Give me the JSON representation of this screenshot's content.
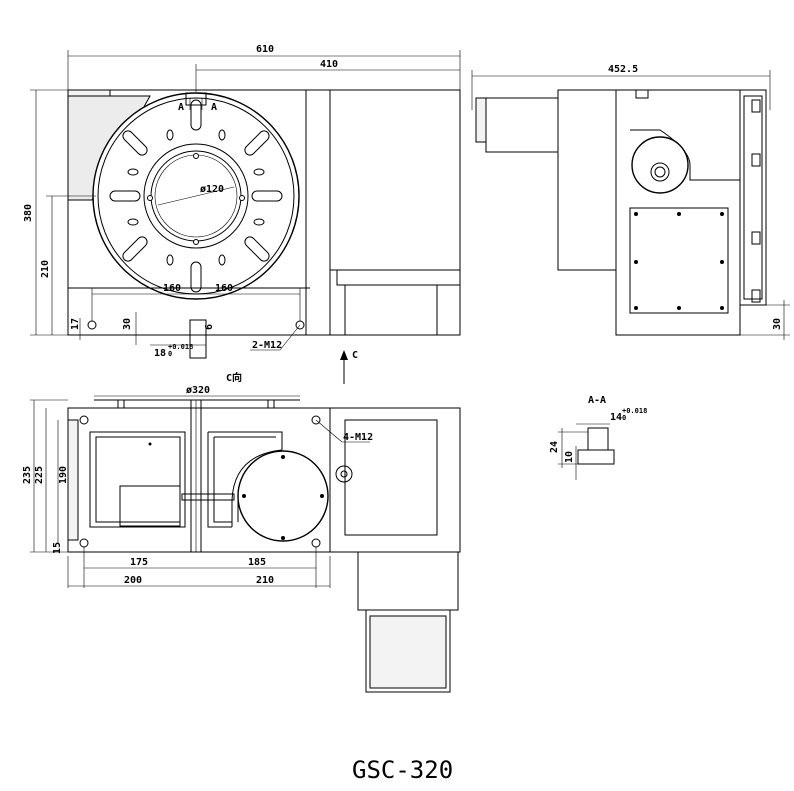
{
  "title": "GSC-320",
  "front_view": {
    "dim_total_width": "610",
    "dim_table_width": "410",
    "dim_height": "380",
    "dim_center_height": "210",
    "dim_slot_left": "160",
    "dim_slot_right": "160",
    "dim_base_17": "17",
    "dim_base_30": "30",
    "dim_key_6": "6",
    "dim_slot_width": "18",
    "dim_slot_tol": "+0.018",
    "dim_slot_tol_zero": "0",
    "bore_dia": "ø120",
    "thread_label": "2-M12",
    "section_mark_left": "A",
    "section_mark_right": "A"
  },
  "view_c": {
    "arrow_label": "C",
    "view_label": "C向",
    "dim_table_dia": "ø320",
    "dim_235": "235",
    "dim_225": "225",
    "dim_190": "190",
    "dim_15": "15",
    "dim_175": "175",
    "dim_185": "185",
    "dim_200": "200",
    "dim_210": "210",
    "thread_label": "4-M12"
  },
  "side_view": {
    "dim_width": "452.5",
    "dim_base_30": "30"
  },
  "section_aa": {
    "label": "A-A",
    "dim_key": "14",
    "dim_key_tol": "+0.018",
    "dim_key_tol_zero": "0",
    "dim_24": "24",
    "dim_10": "10"
  }
}
